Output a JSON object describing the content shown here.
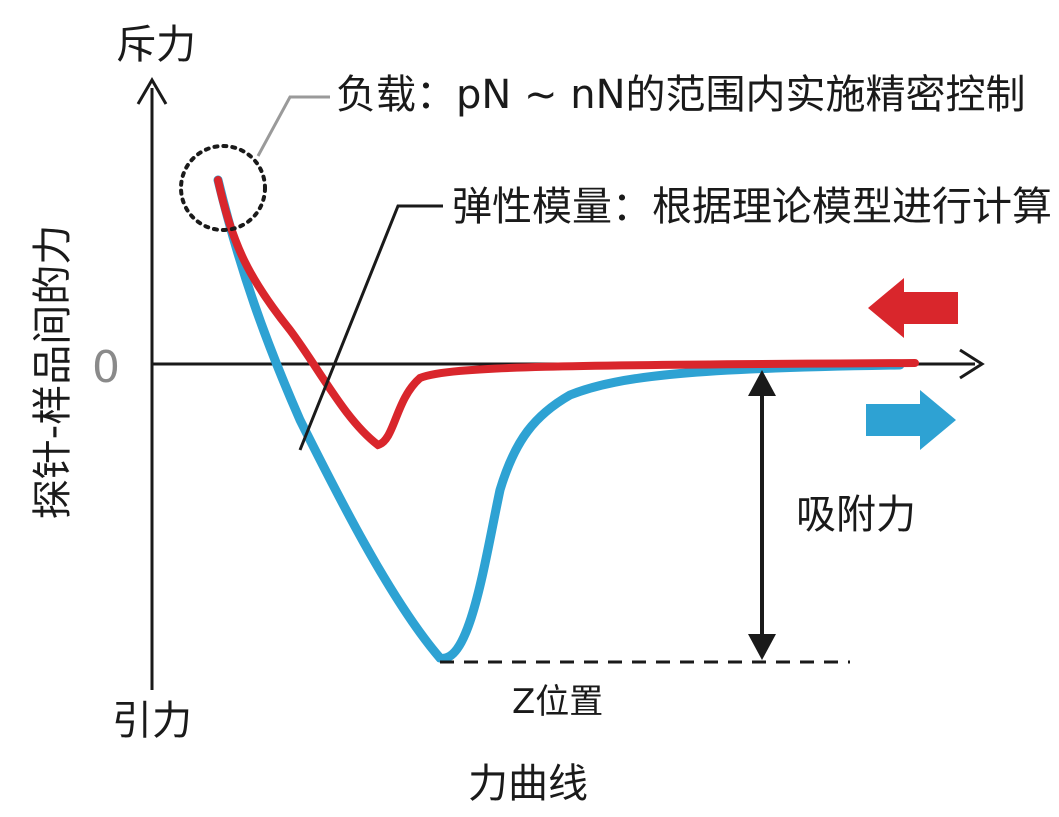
{
  "diagram": {
    "title": "力曲线",
    "y_axis_top": "斥力",
    "y_axis_bottom": "引力",
    "y_axis_label": "探针-样品间的力",
    "zero_label": "0",
    "x_axis_label": "Z位置",
    "annotation_load": "负载：pN ~ nN的范围内实施精密控制",
    "annotation_modulus": "弹性模量：根据理论模型进行计算",
    "adhesion_label": "吸附力",
    "colors": {
      "approach": "#d9262c",
      "retract": "#2ea2d3",
      "axis": "#1a1a1a",
      "leader": "#9a9a9a"
    }
  }
}
